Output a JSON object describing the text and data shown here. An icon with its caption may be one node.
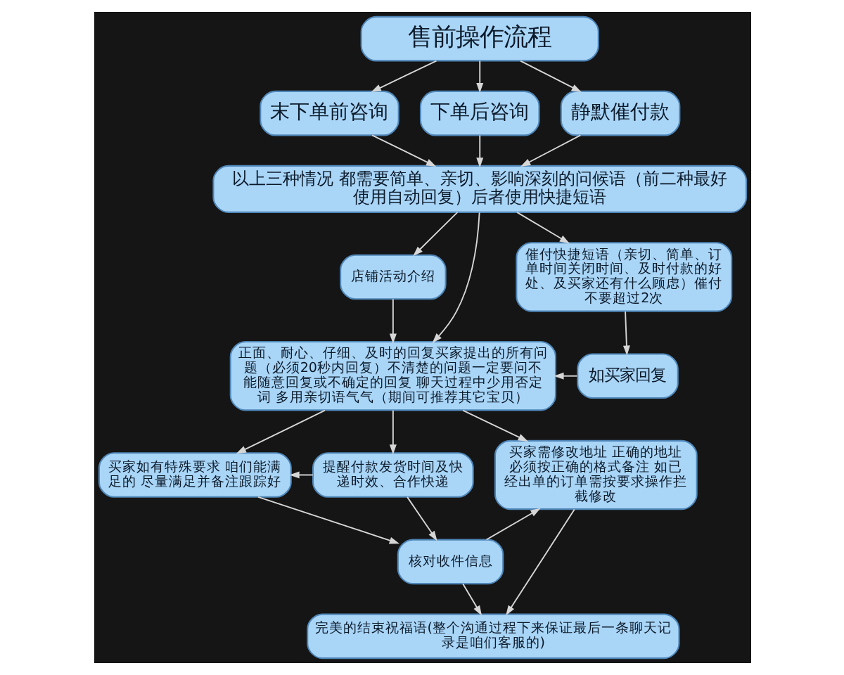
{
  "diagram": {
    "nodes": [
      {
        "text": [
          "售前操作流程"
        ]
      },
      {
        "text": [
          "末下单前咨询"
        ]
      },
      {
        "text": [
          "下单后咨询"
        ]
      },
      {
        "text": [
          "静默催付款"
        ]
      },
      {
        "text": [
          "以上三种情况 都需要简单、亲切、影响深刻的问候语（前二种最好使用自动回复）后者使用快捷短语"
        ]
      },
      {
        "text": [
          "店铺活动介绍"
        ]
      },
      {
        "text": [
          "催付快捷短语（亲切、简单、订单时间关闭时间、及时付款的好处、及买家还有什么顾虑）催付不要超过2次"
        ]
      },
      {
        "text": [
          "正面、耐心、仔细、及时的回复买家提出的所有问题（必须20秒内回复）不清楚的问题一定要问不能随意回复或不确定的回复 聊天过程中少用否定词 多用亲切语气气（期间可推荐其它宝贝）"
        ]
      },
      {
        "text": [
          "如买家回复"
        ]
      },
      {
        "text": [
          "买家需修改地址 正确的地址必须按正确的格式备注 如已经出单的订单需按要求操作拦截修改"
        ]
      },
      {
        "text": [
          "买家如有特殊要求 咱们能满足的 尽量满足并备注跟踪好"
        ]
      },
      {
        "text": [
          "提醒付款发货时间及快递时效、合作快递"
        ]
      },
      {
        "text": [
          "核对收件信息"
        ]
      },
      {
        "text": [
          "完美的结束祝福语(整个沟通过程下来保证最后一条聊天记录是咱们客服的)"
        ]
      }
    ],
    "edges": [
      {
        "from": 0,
        "to": 1,
        "arrow": "to"
      },
      {
        "from": 0,
        "to": 2,
        "arrow": "to"
      },
      {
        "from": 0,
        "to": 3,
        "arrow": "to"
      },
      {
        "from": 1,
        "to": 4,
        "arrow": "to"
      },
      {
        "from": 2,
        "to": 4,
        "arrow": "to"
      },
      {
        "from": 3,
        "to": 4,
        "arrow": "to"
      },
      {
        "from": 4,
        "to": 5,
        "arrow": "to"
      },
      {
        "from": 4,
        "to": 7,
        "arrow": "to"
      },
      {
        "from": 4,
        "to": 6,
        "arrow": "to"
      },
      {
        "from": 5,
        "to": 7,
        "arrow": "to"
      },
      {
        "from": 6,
        "to": 8,
        "arrow": "to"
      },
      {
        "from": 8,
        "to": 7,
        "arrow": "to"
      },
      {
        "from": 7,
        "to": 10,
        "arrow": "to"
      },
      {
        "from": 7,
        "to": 11,
        "arrow": "to"
      },
      {
        "from": 7,
        "to": 9,
        "arrow": "to"
      },
      {
        "from": 11,
        "to": 10,
        "arrow": "to"
      },
      {
        "from": 11,
        "to": 12,
        "arrow": "to"
      },
      {
        "from": 10,
        "to": 12,
        "arrow": "to"
      },
      {
        "from": 12,
        "to": 9,
        "arrow": "to"
      },
      {
        "from": 12,
        "to": 13,
        "arrow": "to"
      },
      {
        "from": 9,
        "to": 13,
        "arrow": "to"
      }
    ]
  }
}
